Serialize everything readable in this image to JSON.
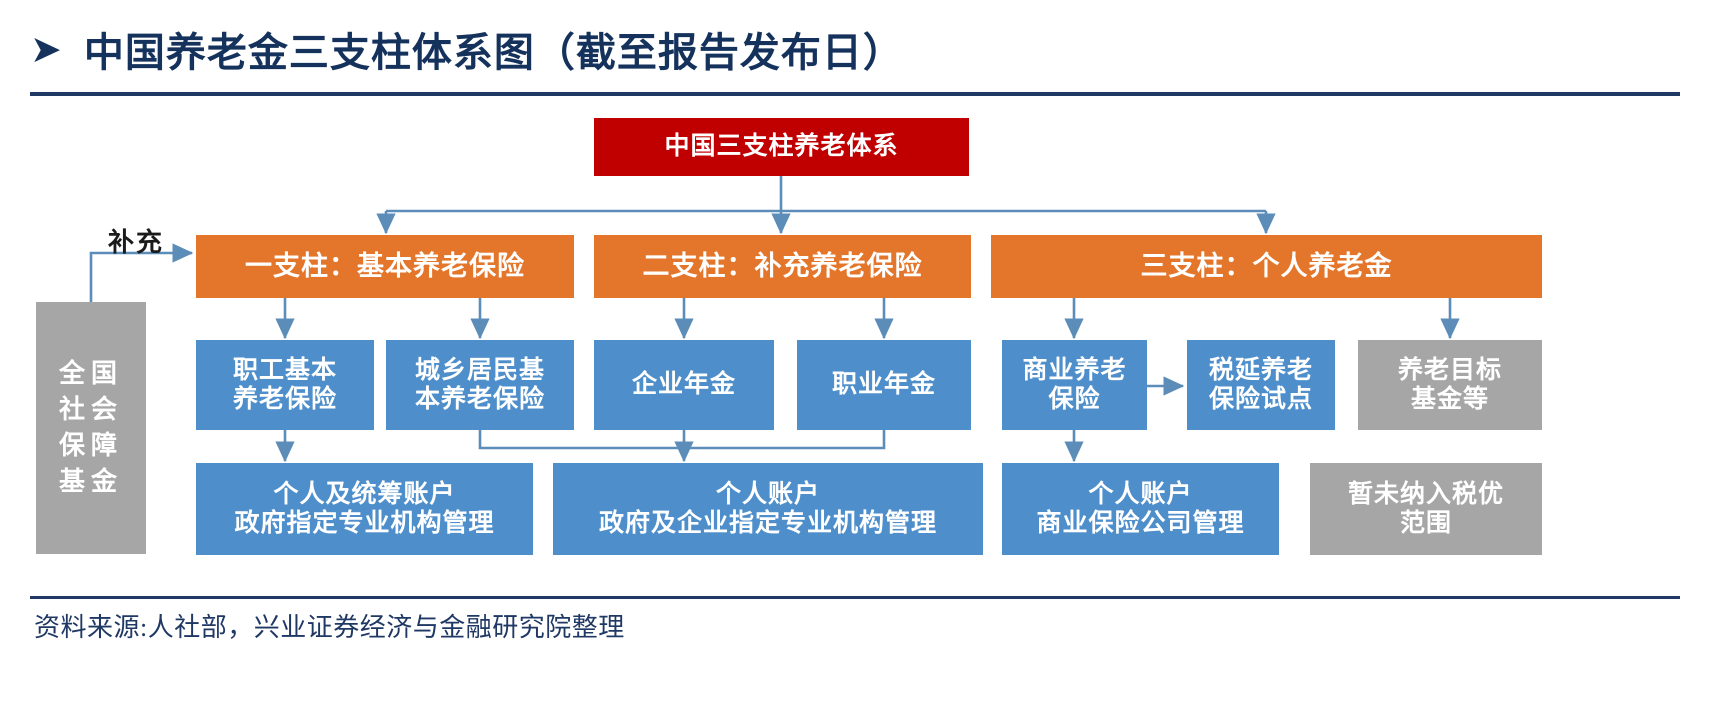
{
  "header": {
    "bullet_icon": "triangle-right-icon",
    "title": "中国养老金三支柱体系图（截至报告发布日）"
  },
  "colors": {
    "title_navy": "#14325c",
    "rule_navy": "#1f3864",
    "root_red": "#C00000",
    "pillar_orange": "#E3762A",
    "product_blue": "#4E8FCB",
    "inactive_gray": "#A6A6A6",
    "connector_blue": "#5B8DB8"
  },
  "diagram": {
    "root": {
      "label": "中国三支柱养老体系"
    },
    "side": {
      "supplement_label": "补充",
      "national_fund_lines": [
        "全国",
        "社会",
        "保障",
        "基金"
      ]
    },
    "pillars": [
      {
        "label": "一支柱：基本养老保险"
      },
      {
        "label": "二支柱：补充养老保险"
      },
      {
        "label": "三支柱：个人养老金"
      }
    ],
    "products": [
      {
        "name": "worker-basic-pension",
        "lines": [
          "职工基本",
          "养老保险"
        ],
        "style": "blue"
      },
      {
        "name": "resident-basic-pension",
        "lines": [
          "城乡居民基",
          "本养老保险"
        ],
        "style": "blue"
      },
      {
        "name": "enterprise-annuity",
        "lines": [
          "企业年金"
        ],
        "style": "blue"
      },
      {
        "name": "occupational-annuity",
        "lines": [
          "职业年金"
        ],
        "style": "blue"
      },
      {
        "name": "commercial-pension-insurance",
        "lines": [
          "商业养老",
          "保险"
        ],
        "style": "blue"
      },
      {
        "name": "tax-deferred-pilot",
        "lines": [
          "税延养老",
          "保险试点"
        ],
        "style": "blue"
      },
      {
        "name": "pension-target-fund",
        "lines": [
          "养老目标",
          "基金等"
        ],
        "style": "gray"
      }
    ],
    "accounts": [
      {
        "name": "account-individual-and-pooled",
        "lines": [
          "个人及统筹账户",
          "政府指定专业机构管理"
        ],
        "style": "blue"
      },
      {
        "name": "account-individual-gov-ent",
        "lines": [
          "个人账户",
          "政府及企业指定专业机构管理"
        ],
        "style": "blue"
      },
      {
        "name": "account-individual-insurer",
        "lines": [
          "个人账户",
          "商业保险公司管理"
        ],
        "style": "blue"
      },
      {
        "name": "not-yet-tax-favored",
        "lines": [
          "暂未纳入税优",
          "范围"
        ],
        "style": "gray"
      }
    ]
  },
  "footer": {
    "source_note": "资料来源:人社部，兴业证券经济与金融研究院整理"
  }
}
